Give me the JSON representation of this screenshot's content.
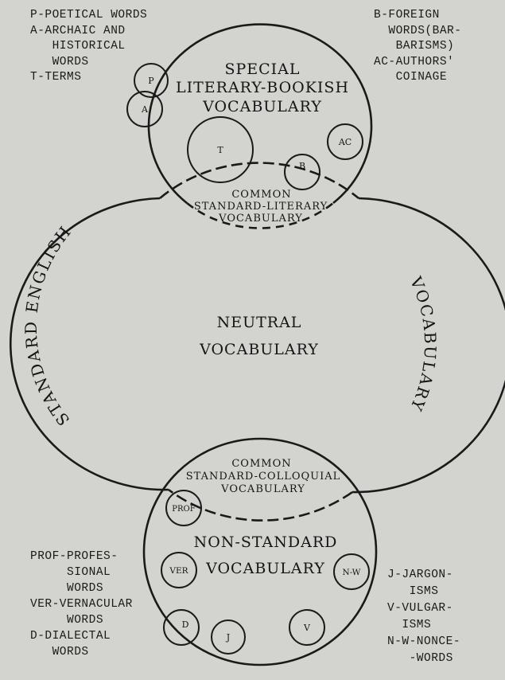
{
  "diagram": {
    "special_title": [
      "SPECIAL",
      "LITERARY-BOOKISH",
      "VOCABULARY"
    ],
    "common_literary": [
      "COMMON",
      "STANDARD-LITERARY",
      "VOCABULARY"
    ],
    "neutral": [
      "NEUTRAL",
      "VOCABULARY"
    ],
    "standard_english": "STANDARD ENGLISH",
    "vocabulary_right": "VOCABULARY",
    "common_colloquial": [
      "COMMON",
      "STANDARD-COLLOQUIAL",
      "VOCABULARY"
    ],
    "nonstandard_title": [
      "NON-STANDARD",
      "VOCABULARY"
    ],
    "small_circles": {
      "p": "P",
      "a": "A",
      "t": "T",
      "b": "B",
      "ac": "AC",
      "prof": "PROF",
      "ver": "VER",
      "d": "D",
      "j": "J",
      "v": "V",
      "nw": "N-W"
    }
  },
  "legends": {
    "top_left": [
      "P-POETICAL WORDS",
      "A-ARCHAIC AND",
      "   HISTORICAL",
      "   WORDS",
      "T-TERMS"
    ],
    "top_right": [
      "B-FOREIGN",
      "  WORDS(BAR-",
      "   BARISMS)",
      "AC-AUTHORS'",
      "   COINAGE"
    ],
    "bottom_left": [
      "PROF-PROFES-",
      "     SIONAL",
      "     WORDS",
      "VER-VERNACULAR",
      "     WORDS",
      "D-DIALECTAL",
      "   WORDS"
    ],
    "bottom_right": [
      "J-JARGON-",
      "   ISMS",
      "V-VULGAR-",
      "  ISMS",
      "N-W-NONCE-",
      "   -WORDS"
    ]
  }
}
